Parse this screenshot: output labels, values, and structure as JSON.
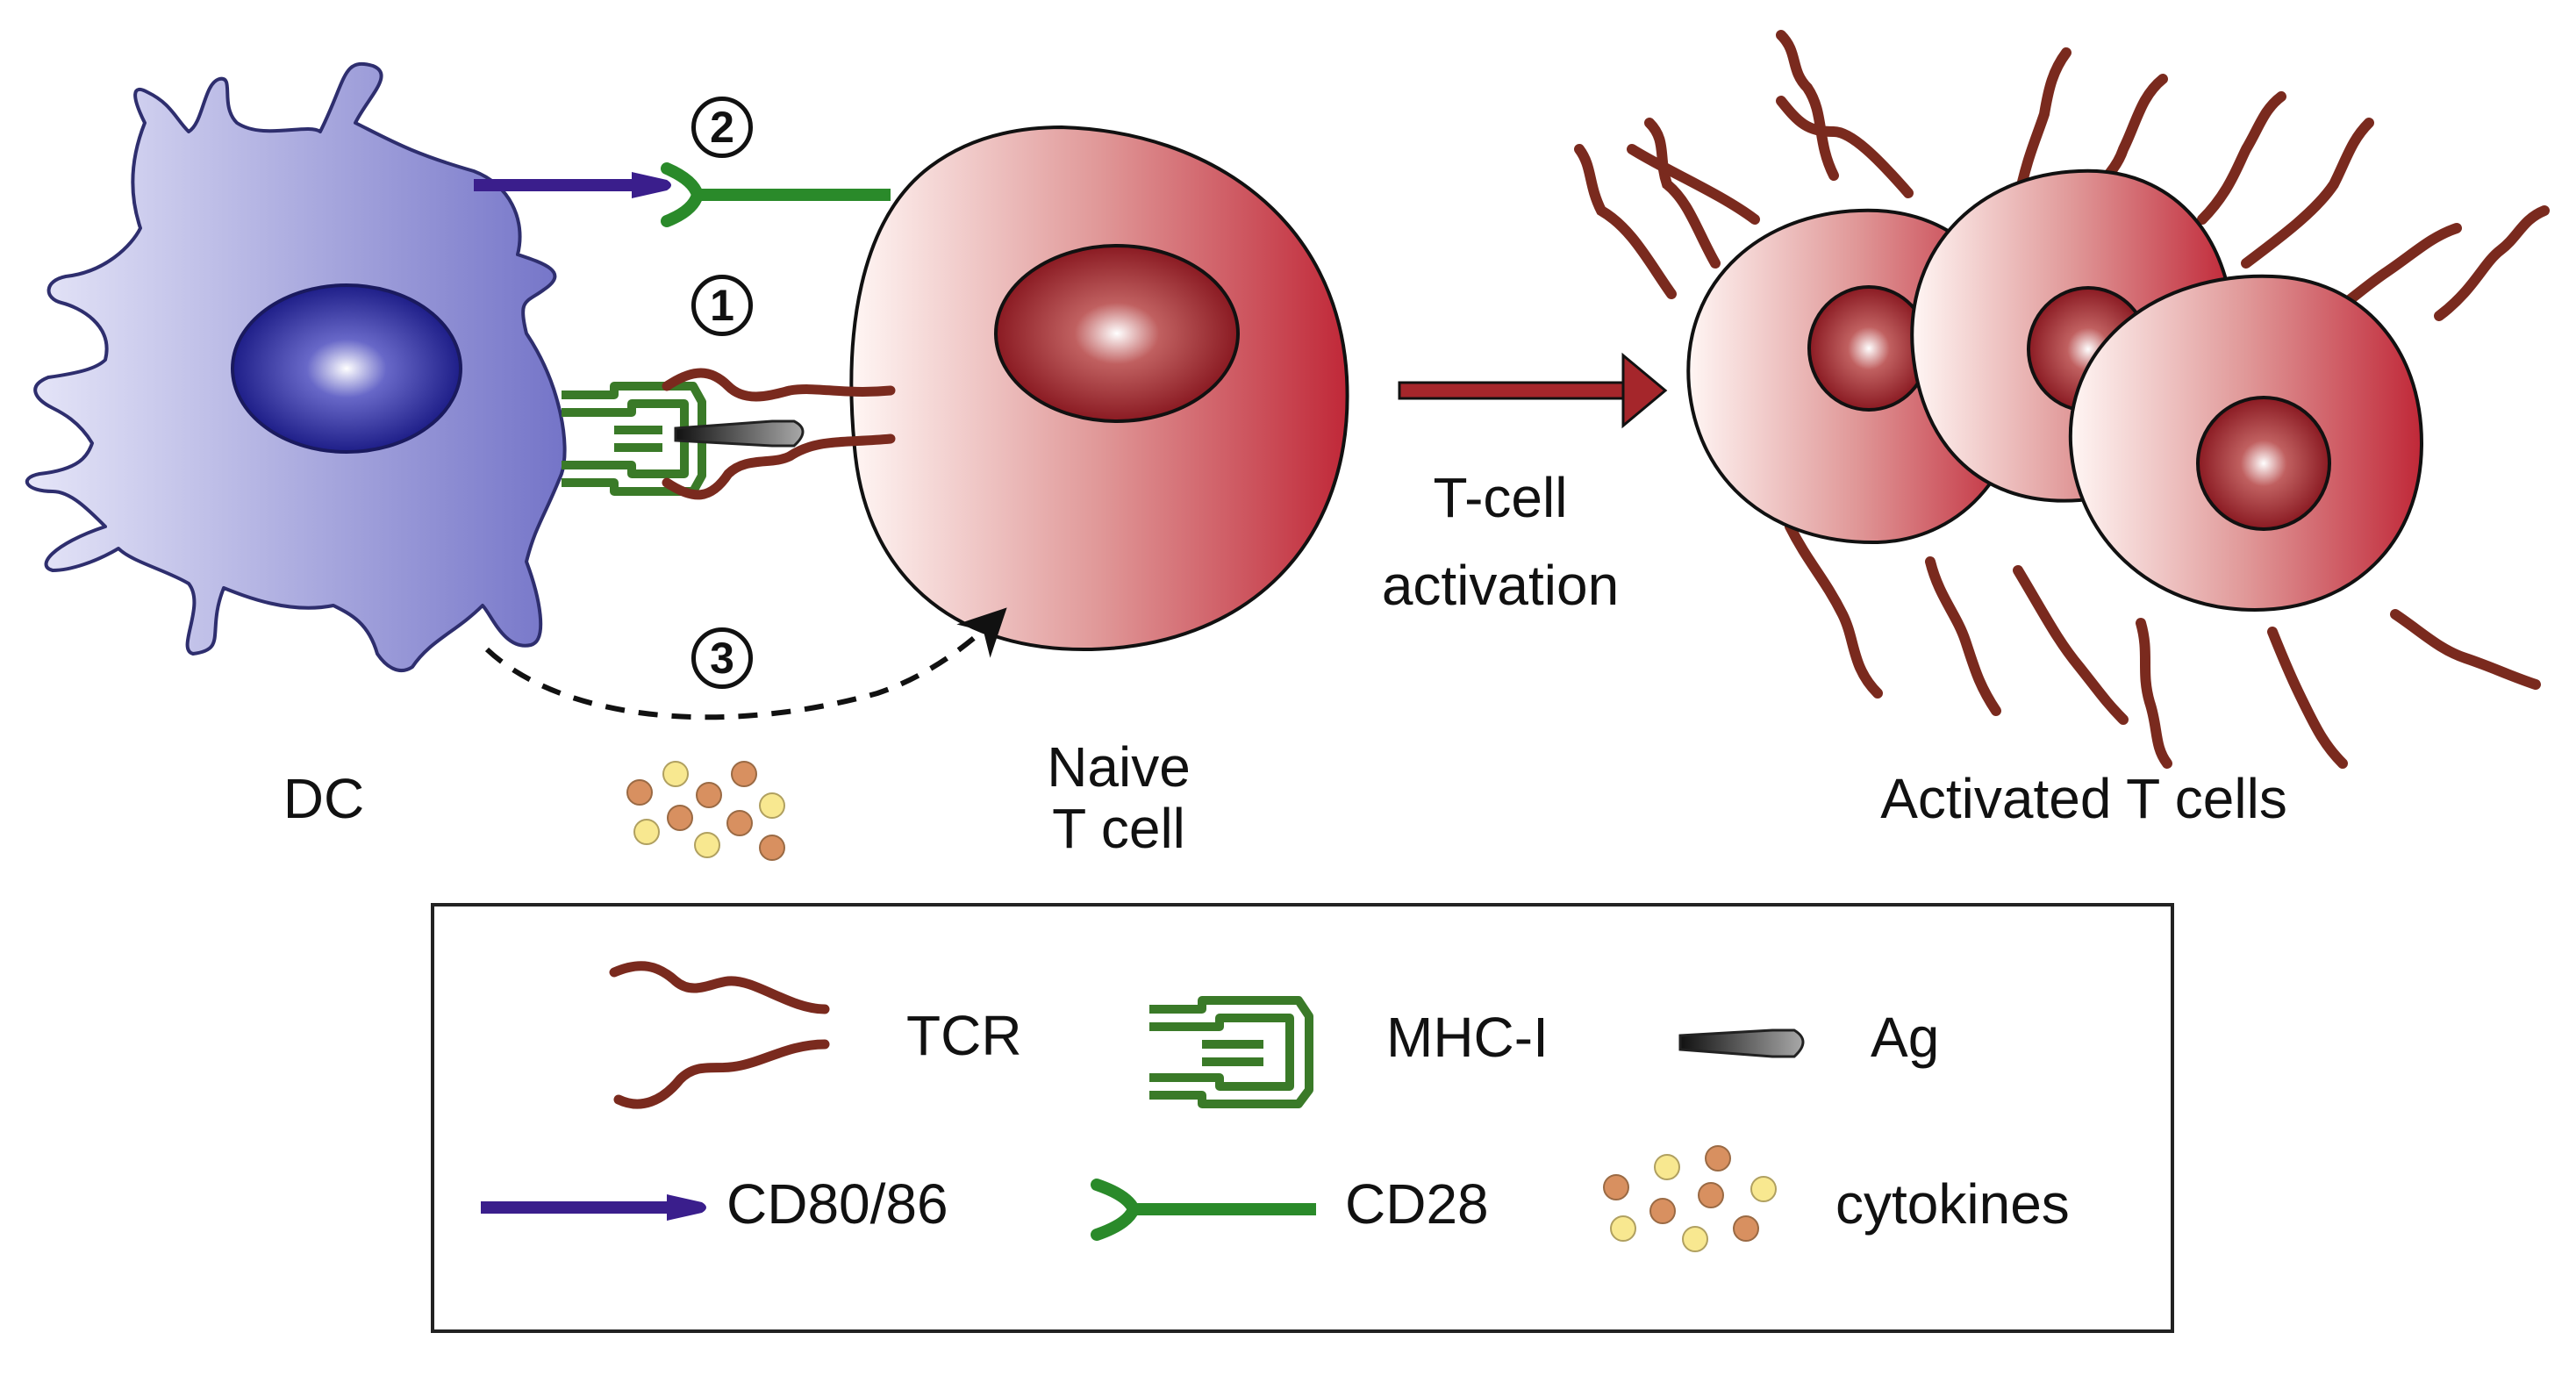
{
  "labels": {
    "dc": "DC",
    "naive_line1": "Naive",
    "naive_line2": "T cell",
    "activation_line1": "T-cell",
    "activation_line2": "activation",
    "activated": "Activated T cells"
  },
  "signals": {
    "one": "1",
    "two": "2",
    "three": "3"
  },
  "legend": {
    "tcr": "TCR",
    "mhc": "MHC-I",
    "ag": "Ag",
    "cd80": "CD80/86",
    "cd28": "CD28",
    "cytokines": "cytokines"
  },
  "colors": {
    "dc_fill": "#b4b4e6",
    "dc_nucleus": "#2a2aa0",
    "t_cell": "#c53a48",
    "tcr": "#7a2a1e",
    "mhc": "#3a7a28",
    "cd80": "#3a1e8c",
    "cd28": "#2a8a2a",
    "activation_arrow": "#a5262b",
    "cytokine_orange": "#d89060",
    "cytokine_yellow": "#f8e890"
  }
}
